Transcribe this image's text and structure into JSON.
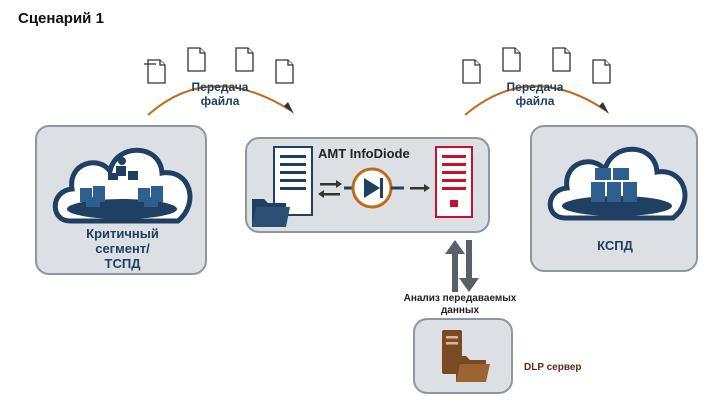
{
  "title": "Сценарий 1",
  "transfer_left": {
    "line1": "Передача",
    "line2": "файла"
  },
  "transfer_right": {
    "line1": "Передача",
    "line2": "файла"
  },
  "left_segment": {
    "line1": "Критичный",
    "line2": "сегмент/",
    "line3": "ТСПД"
  },
  "right_segment": {
    "label": "КСПД"
  },
  "diode": {
    "title": "AMT InfoDiode"
  },
  "analysis": {
    "line1": "Анализ передаваемых",
    "line2": "данных"
  },
  "dlp": {
    "label": "DLP сервер"
  },
  "colors": {
    "navy": "#1f3f63",
    "cloud_fill": "#ffffff",
    "panel_bg": "#dcdfe3",
    "server_red": "#c8102e",
    "arrow_orange": "#c06a1b",
    "brown": "#7a4a22"
  }
}
